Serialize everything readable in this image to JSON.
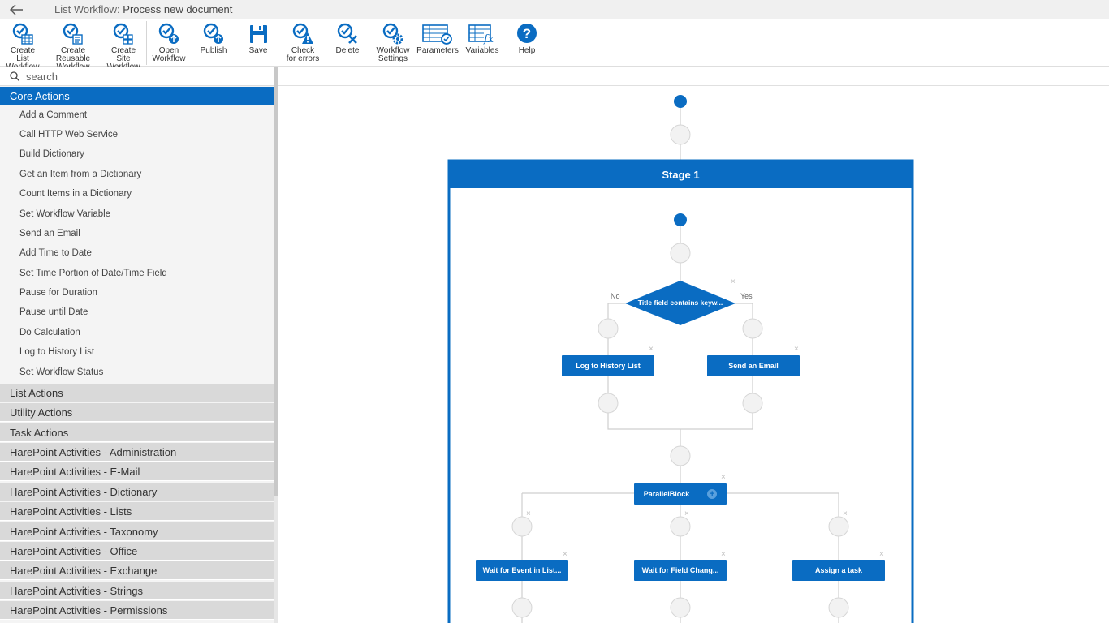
{
  "window": {
    "title_prefix": "List Workflow: ",
    "title_name": "Process new document"
  },
  "ribbon": {
    "create_list": [
      "Create List",
      "Workflow"
    ],
    "create_reusable": [
      "Create Reusable",
      "Workflow"
    ],
    "create_site": [
      "Create Site",
      "Workflow"
    ],
    "open": [
      "Open",
      "Workflow"
    ],
    "publish": "Publish",
    "save": "Save",
    "check": [
      "Check",
      "for errors"
    ],
    "delete": "Delete",
    "settings": [
      "Workflow",
      "Settings"
    ],
    "parameters": "Parameters",
    "variables": "Variables",
    "help": "Help"
  },
  "sidebar": {
    "search_placeholder": "search",
    "active_section": "Core Actions",
    "core_items": [
      "Add a Comment",
      "Call HTTP Web Service",
      "Build Dictionary",
      "Get an Item from a Dictionary",
      "Count Items in a Dictionary",
      "Set Workflow Variable",
      "Send an Email",
      "Add Time to Date",
      "Set Time Portion of Date/Time Field",
      "Pause for Duration",
      "Pause until Date",
      "Do Calculation",
      "Log to History List",
      "Set Workflow Status"
    ],
    "categories": [
      "List Actions",
      "Utility Actions",
      "Task Actions",
      "HarePoint Activities - Administration",
      "HarePoint Activities - E-Mail",
      "HarePoint Activities - Dictionary",
      "HarePoint Activities - Lists",
      "HarePoint Activities - Taxonomy",
      "HarePoint Activities - Office",
      "HarePoint Activities - Exchange",
      "HarePoint Activities - Strings",
      "HarePoint Activities - Permissions"
    ]
  },
  "workflow": {
    "stage_title": "Stage 1",
    "condition": "Title field contains keyw...",
    "branch_no": "No",
    "branch_yes": "Yes",
    "action_left": "Log to History List",
    "action_right": "Send an Email",
    "parallel": "ParallelBlock",
    "par_action_1": "Wait for Event in List...",
    "par_action_2": "Wait for Field Chang...",
    "par_action_3": "Assign a task",
    "accent_color": "#0a6cc2"
  }
}
